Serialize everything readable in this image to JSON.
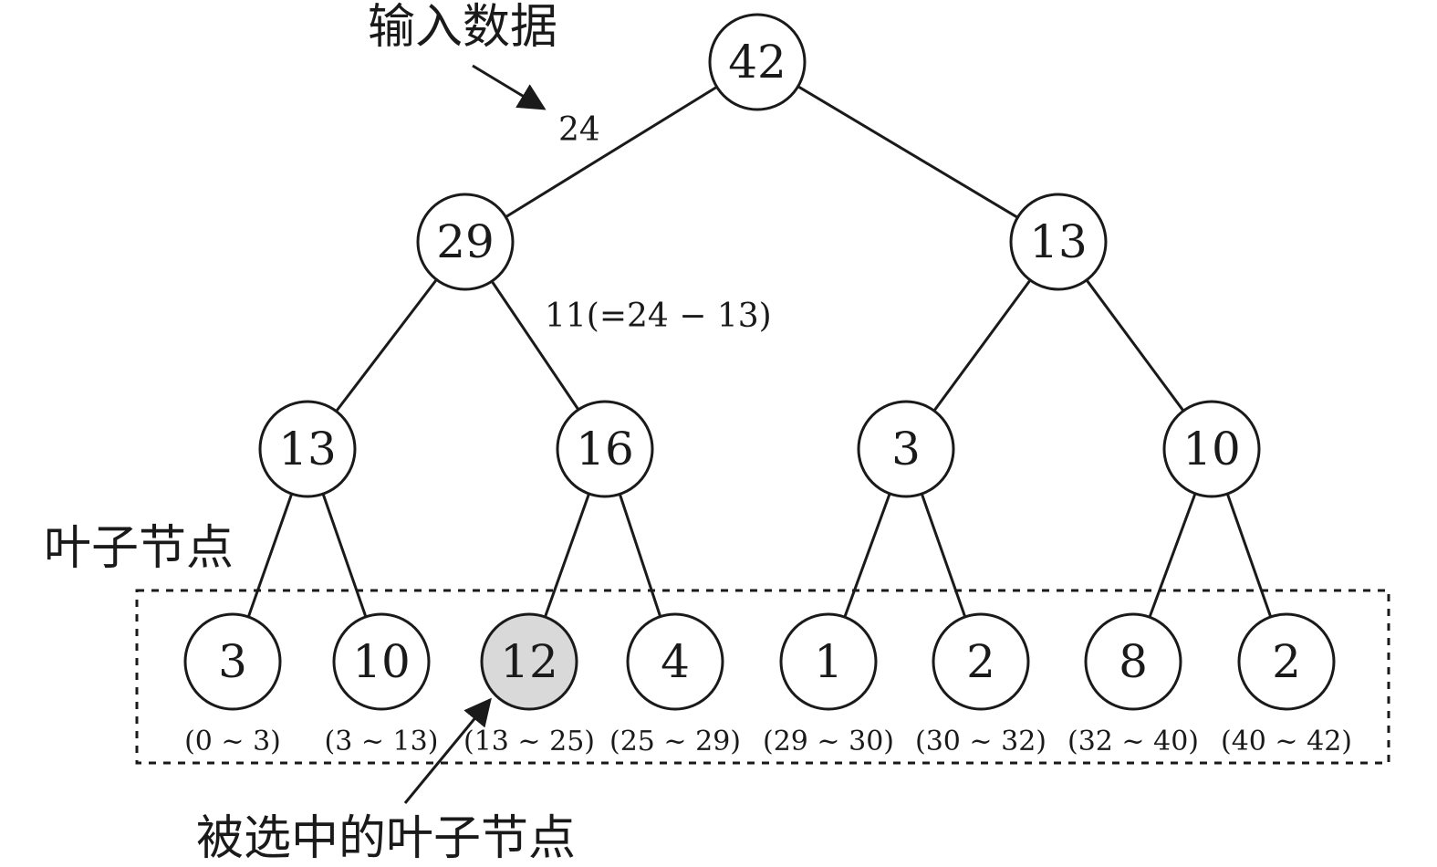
{
  "labels": {
    "input_data": "输入数据",
    "input_value": "24",
    "edge_note": "11(=24 − 13)",
    "leaf_nodes": "叶子节点",
    "selected_leaf": "被选中的叶子节点"
  },
  "colors": {
    "stroke": "#1a1a1a",
    "node_fill": "#ffffff",
    "selected_fill": "#d9d9d9"
  },
  "tree": {
    "root": {
      "value": "42"
    },
    "level1": [
      {
        "value": "29"
      },
      {
        "value": "13"
      }
    ],
    "level2": [
      {
        "value": "13"
      },
      {
        "value": "16"
      },
      {
        "value": "3"
      },
      {
        "value": "10"
      }
    ],
    "leaves": [
      {
        "value": "3",
        "range": "(0 ~ 3)",
        "selected": false
      },
      {
        "value": "10",
        "range": "(3 ~ 13)",
        "selected": false
      },
      {
        "value": "12",
        "range": "(13 ~ 25)",
        "selected": true
      },
      {
        "value": "4",
        "range": "(25 ~ 29)",
        "selected": false
      },
      {
        "value": "1",
        "range": "(29 ~ 30)",
        "selected": false
      },
      {
        "value": "2",
        "range": "(30 ~ 32)",
        "selected": false
      },
      {
        "value": "8",
        "range": "(32 ~ 40)",
        "selected": false
      },
      {
        "value": "2",
        "range": "(40 ~ 42)",
        "selected": false
      }
    ]
  }
}
